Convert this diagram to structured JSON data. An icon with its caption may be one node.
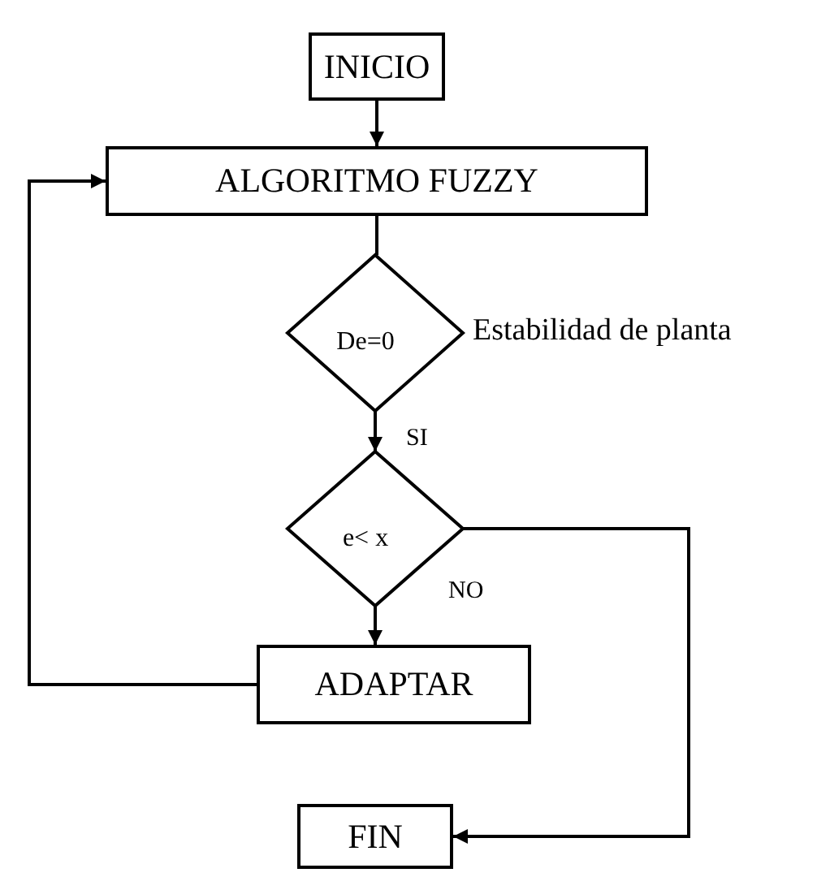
{
  "diagram": {
    "nodes": [
      {
        "text": [
          "INICIO"
        ]
      },
      {
        "text": [
          "ALGORITMO FUZZY"
        ]
      },
      {
        "text": [
          "De=0"
        ],
        "beside": [
          "Estabilidad de planta"
        ]
      },
      {
        "text": [
          "e< x"
        ]
      },
      {
        "text": [
          "ADAPTAR"
        ]
      },
      {
        "text": [
          "FIN"
        ]
      }
    ],
    "edges": [
      {
        "from": 0,
        "to": 1,
        "arrow": "to"
      },
      {
        "from": 1,
        "to": 2,
        "arrow": "none"
      },
      {
        "from": 2,
        "to": 3,
        "arrow": "to",
        "label": "SI"
      },
      {
        "from": 3,
        "to": 4,
        "arrow": "to",
        "label": "NO"
      },
      {
        "from": 4,
        "to": 1,
        "arrow": "to"
      },
      {
        "from": 3,
        "to": 5,
        "arrow": "to"
      }
    ]
  }
}
